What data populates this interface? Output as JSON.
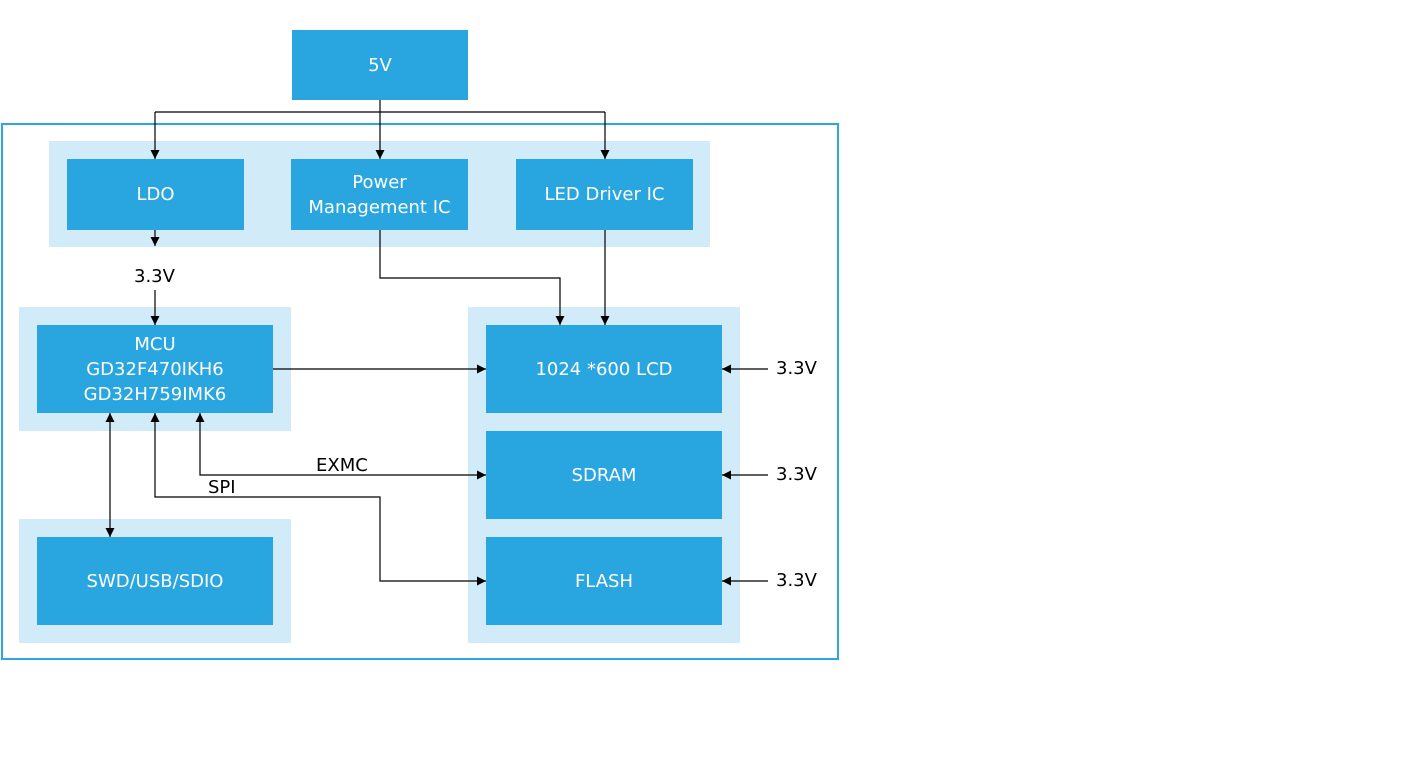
{
  "blocks": {
    "supply": "5V",
    "ldo": "LDO",
    "pmic_line1": "Power",
    "pmic_line2": "Management IC",
    "led_driver": "LED Driver IC",
    "mcu_line1": "MCU",
    "mcu_line2": "GD32F470IKH6",
    "mcu_line3": "GD32H759IMK6",
    "lcd": "1024 *600 LCD",
    "sdram": "SDRAM",
    "flash": "FLASH",
    "debug_io": "SWD/USB/SDIO"
  },
  "labels": {
    "ldo_output": "3.3V",
    "lcd_supply": "3.3V",
    "sdram_supply": "3.3V",
    "flash_supply": "3.3V",
    "exmc": "EXMC",
    "spi": "SPI"
  },
  "colors": {
    "block": "#29a6df",
    "group": "#d2ebf8",
    "frame": "#2ea7e0",
    "line": "#000000"
  }
}
